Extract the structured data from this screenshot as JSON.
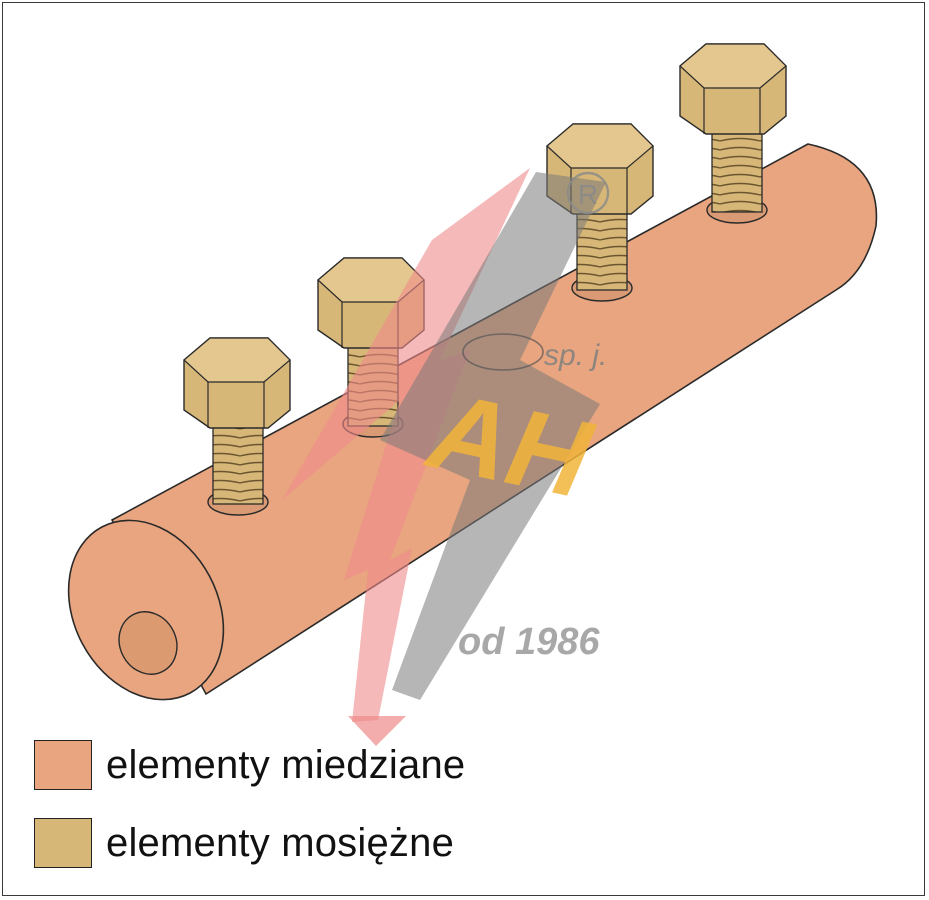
{
  "legend": [
    {
      "label": "elementy miedziane",
      "color": "#e8a57f"
    },
    {
      "label": "elementy mosiężne",
      "color": "#d7b777"
    }
  ],
  "watermark": {
    "logo_text": "AH",
    "suffix": "sp. j.",
    "since": "od 1986",
    "registered_mark": "R"
  },
  "colors": {
    "copper": "#e8a57f",
    "brass": "#d7b777",
    "outline": "#2a2a2a"
  }
}
